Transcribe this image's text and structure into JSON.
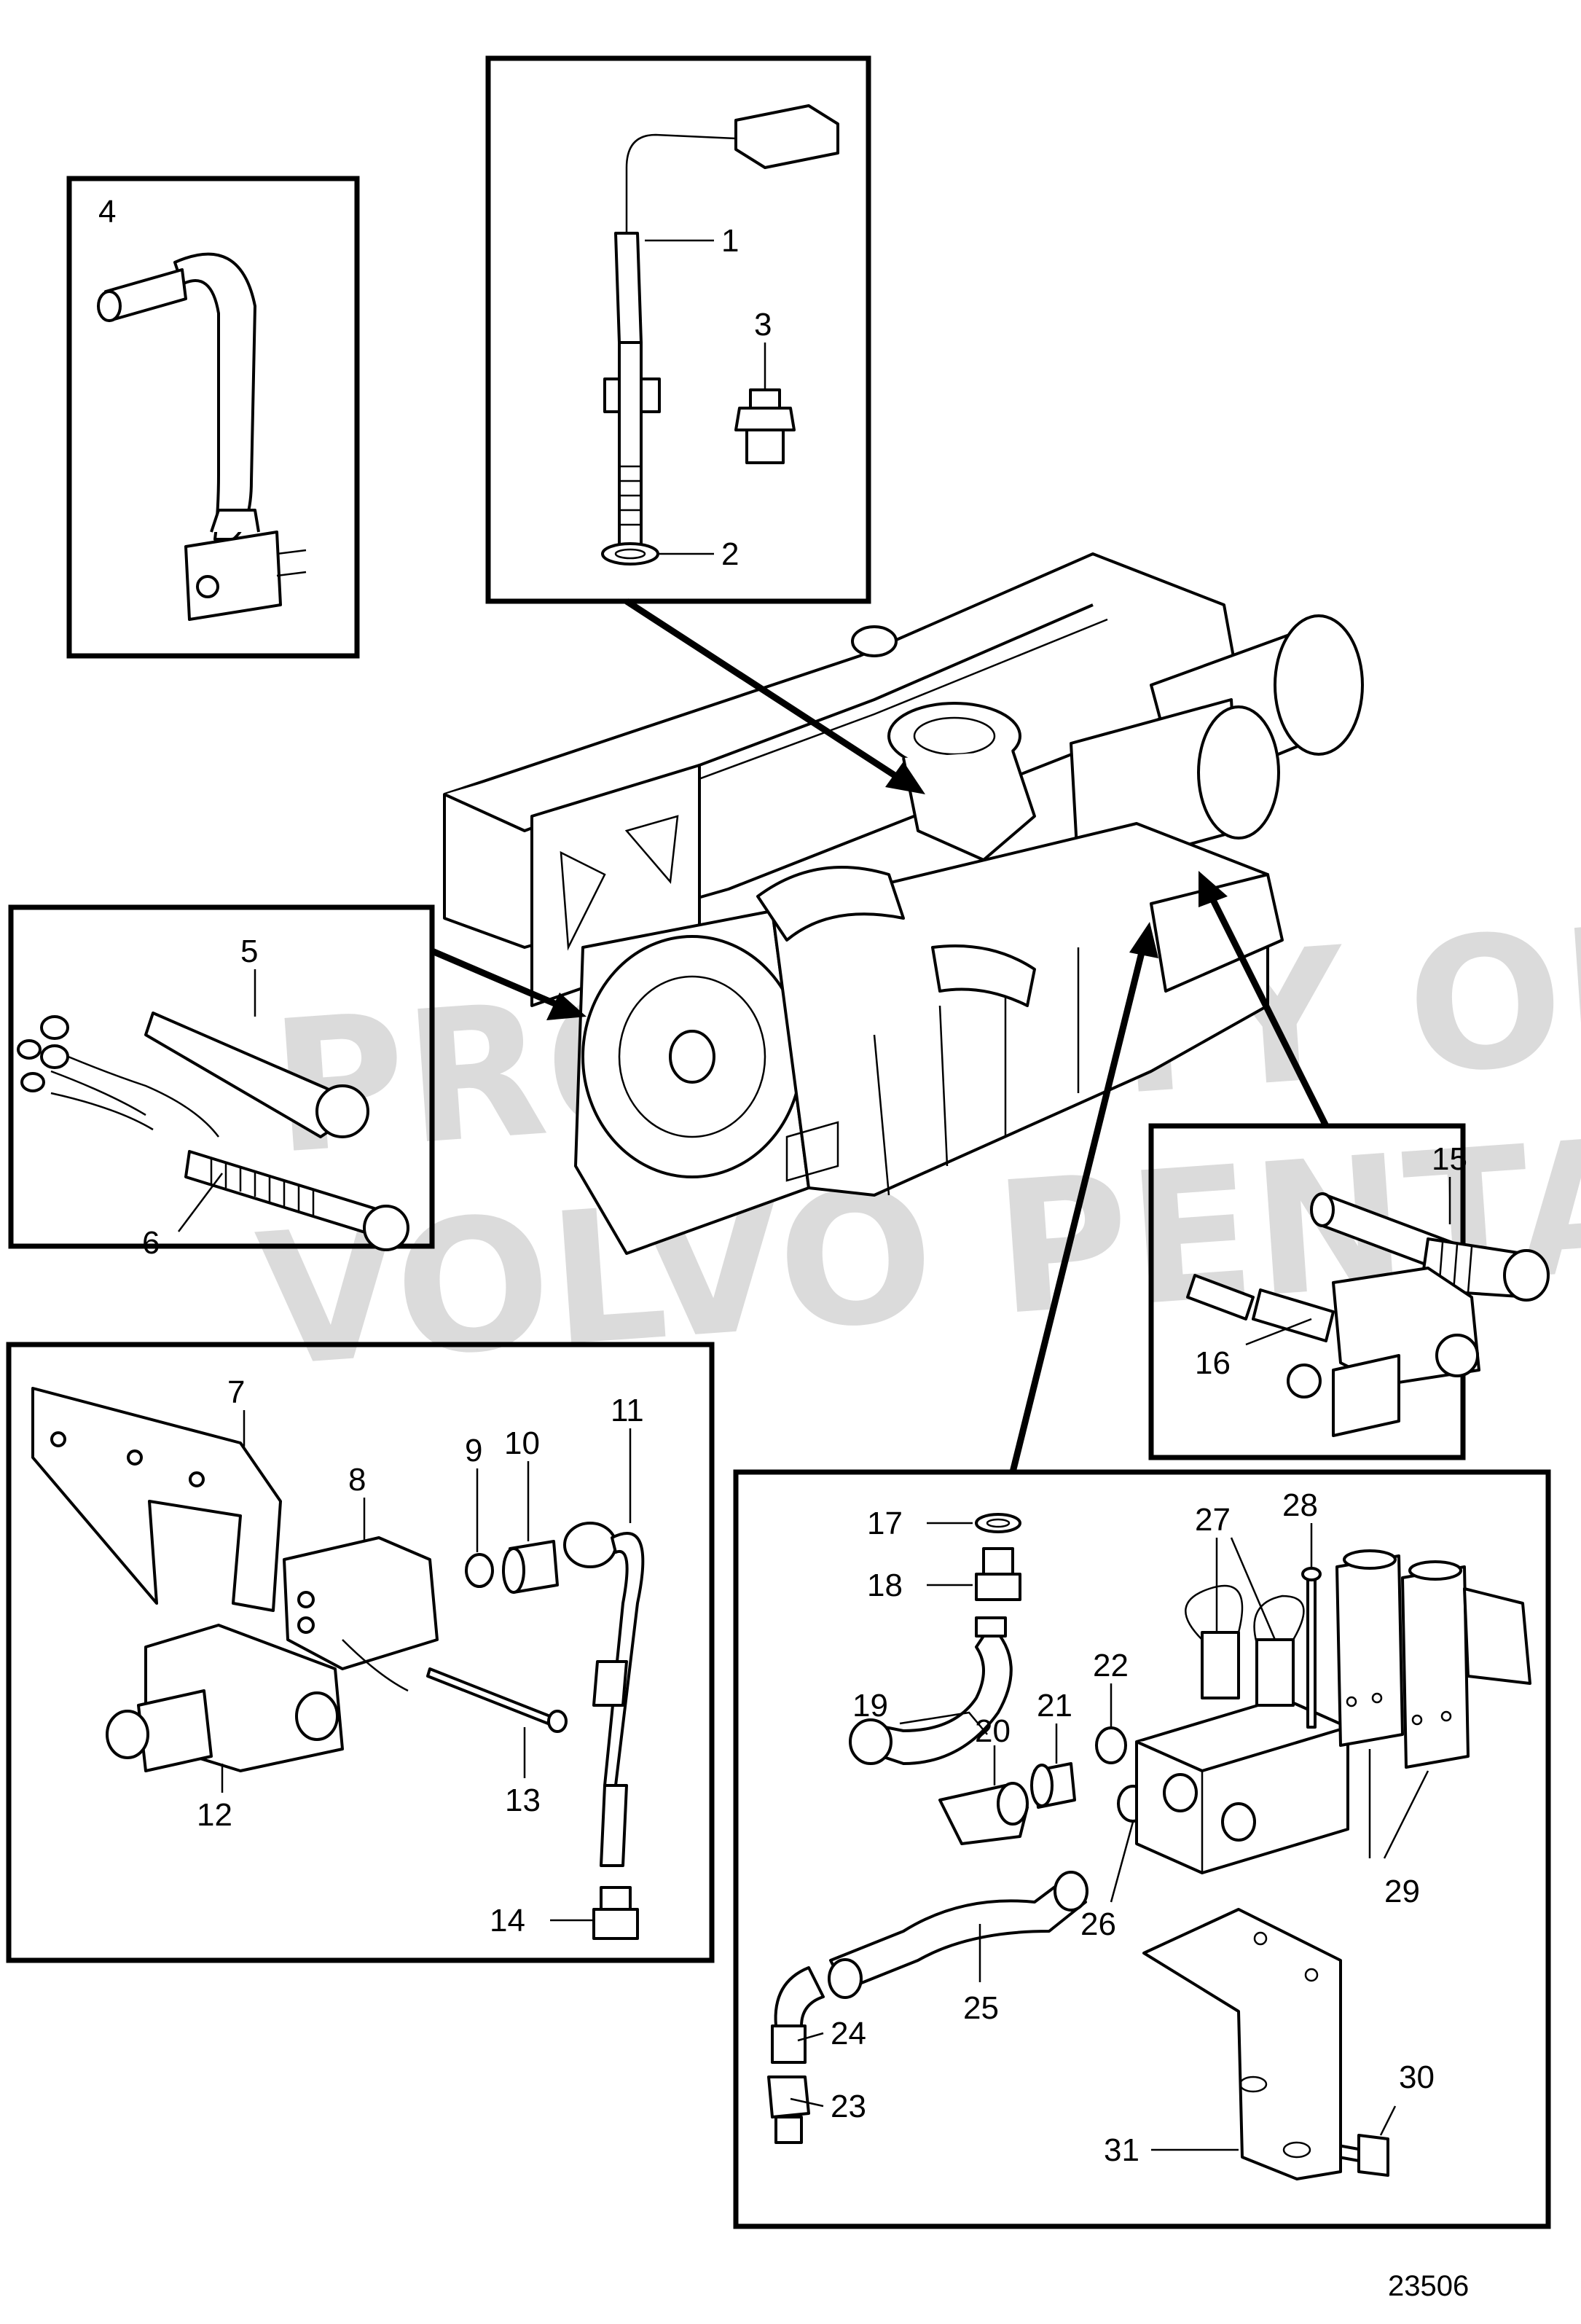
{
  "diagram": {
    "reference_number": "23506",
    "watermark_lines": [
      "PROPERTY OF",
      "VOLVO PENTA"
    ],
    "callouts": {
      "p1": "1",
      "p2": "2",
      "p3": "3",
      "p4": "4",
      "p5": "5",
      "p6": "6",
      "p7": "7",
      "p8": "8",
      "p9": "9",
      "p10": "10",
      "p11": "11",
      "p12": "12",
      "p13": "13",
      "p14": "14",
      "p15": "15",
      "p16": "16",
      "p17": "17",
      "p18": "18",
      "p19": "19",
      "p20": "20",
      "p21": "21",
      "p22": "22",
      "p23": "23",
      "p24": "24",
      "p25": "25",
      "p26": "26",
      "p27": "27",
      "p28": "28",
      "p29": "29",
      "p30": "30",
      "p31": "31"
    }
  }
}
